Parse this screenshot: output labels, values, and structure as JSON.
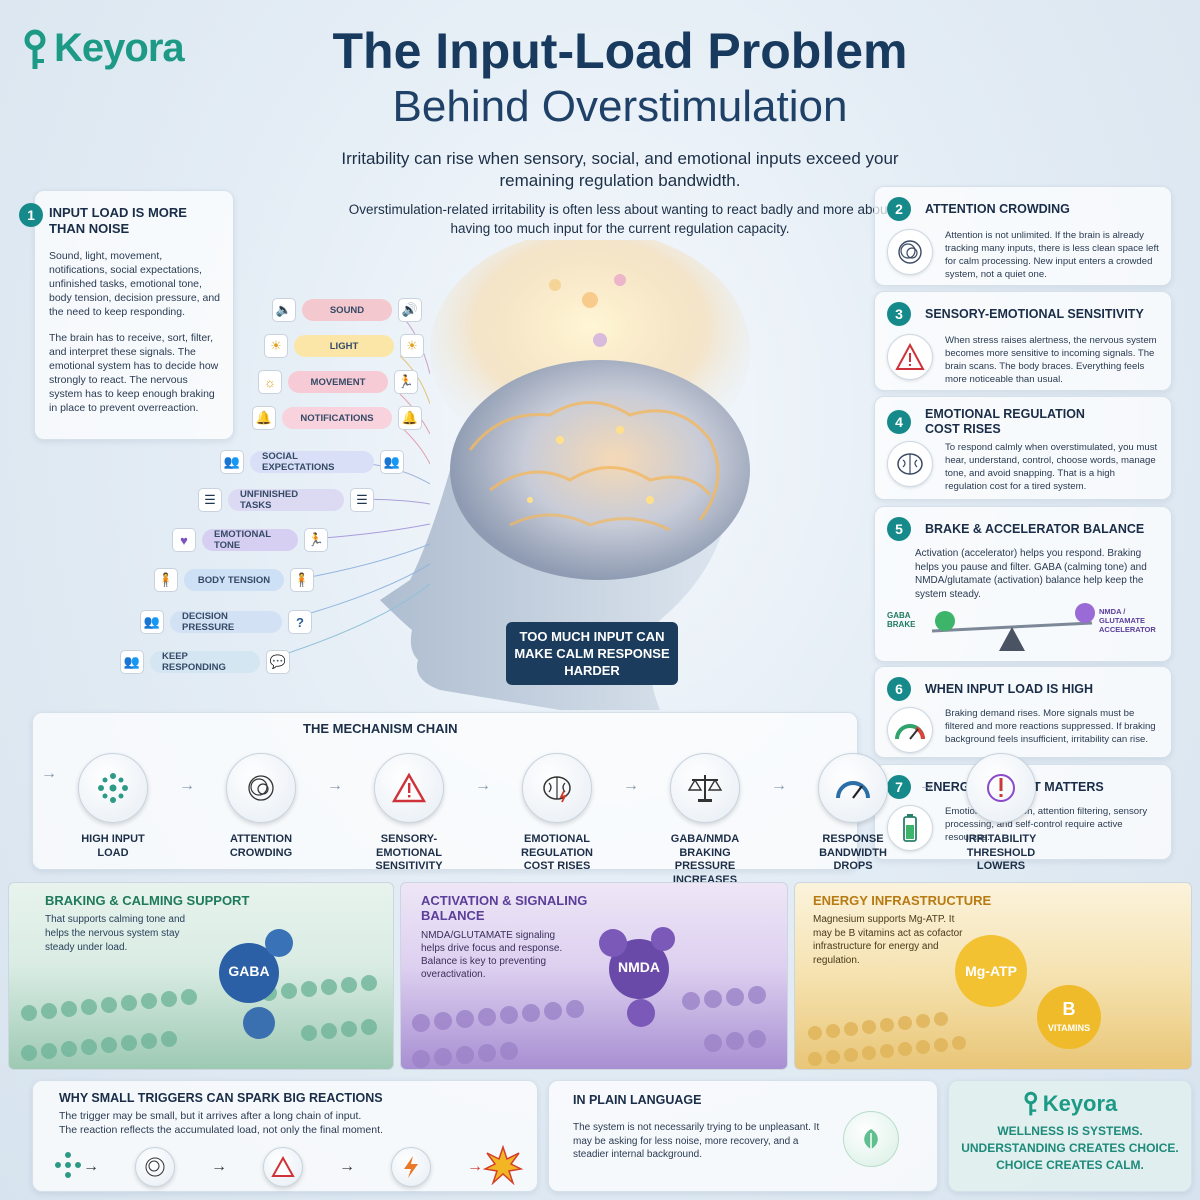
{
  "brand": {
    "name": "Keyora"
  },
  "header": {
    "title_line1": "The Input-Load Problem",
    "title_line2": "Behind Overstimulation",
    "subtitle": "Irritability can rise when sensory, social, and emotional inputs exceed your remaining regulation bandwidth.",
    "intro": "Overstimulation-related irritability is often less about wanting to react badly and more about having too much input for the current regulation capacity."
  },
  "section1": {
    "number": "1",
    "title": "Input load is more than noise",
    "para1": "Sound, light, movement, notifications, social expectations, unfinished tasks, emotional tone, body tension, decision pressure, and the need to keep responding.",
    "para2": "The brain has to receive, sort, filter, and interpret these signals. The emotional system has to decide how strongly to react. The nervous system has to keep enough braking in place to prevent overreaction."
  },
  "inputs": [
    {
      "label": "SOUND",
      "color": "#f3c9cf",
      "icon": "speaker-icon"
    },
    {
      "label": "LIGHT",
      "color": "#fbe6a8",
      "icon": "sun-icon"
    },
    {
      "label": "MOVEMENT",
      "color": "#f7cbd5",
      "icon": "running-icon"
    },
    {
      "label": "NOTIFICATIONS",
      "color": "#f8d2dd",
      "icon": "bell-icon"
    },
    {
      "label": "SOCIAL EXPECTATIONS",
      "color": "#d9dff6",
      "icon": "people-icon"
    },
    {
      "label": "UNFINISHED TASKS",
      "color": "#dcd9f2",
      "icon": "list-icon"
    },
    {
      "label": "EMOTIONAL TONE",
      "color": "#d6cff2",
      "icon": "heart-icon"
    },
    {
      "label": "BODY TENSION",
      "color": "#cde0f5",
      "icon": "body-icon"
    },
    {
      "label": "DECISION PRESSURE",
      "color": "#d2e2f4",
      "icon": "question-icon"
    },
    {
      "label": "KEEP RESPONDING",
      "color": "#d3e6f2",
      "icon": "chat-icon"
    }
  ],
  "brain_caption": "TOO MUCH INPUT CAN MAKE CALM RESPONSE HARDER",
  "right_cards": [
    {
      "number": "2",
      "title": "Attention crowding",
      "text": "Attention is not unlimited. If the brain is already tracking many inputs, there is less clean space left for calm processing. New input enters a crowded system, not a quiet one.",
      "icon": "tangle-icon"
    },
    {
      "number": "3",
      "title": "Sensory-emotional sensitivity",
      "text": "When stress raises alertness, the nervous system becomes more sensitive to incoming signals. The brain scans. The body braces. Everything feels more noticeable than usual.",
      "icon": "warning-icon"
    },
    {
      "number": "4",
      "title": "Emotional regulation cost rises",
      "text": "To respond calmly when overstimulated, you must hear, understand, control, choose words, manage tone, and avoid snapping. That is a high regulation cost for a tired system.",
      "icon": "brain-icon"
    },
    {
      "number": "5",
      "title": "Brake & accelerator balance",
      "text": "Activation (accelerator) helps you respond. Braking helps you pause and filter. GABA (calming tone) and NMDA/glutamate (activation) balance help keep the system steady.",
      "icon": "seesaw-icon",
      "left_label": "GABA BRAKE",
      "right_label": "NMDA / GLUTAMATE ACCELERATOR"
    },
    {
      "number": "6",
      "title": "When input load is high",
      "text": "Braking demand rises. More signals must be filtered and more reactions suppressed. If braking background feels insufficient, irritability can rise.",
      "icon": "gauge-icon"
    },
    {
      "number": "7",
      "title": "Energy context matters",
      "text": "Emotional regulation, attention filtering, sensory processing, and self-control require active resources.",
      "icon": "battery-icon"
    }
  ],
  "chain": {
    "title": "THE MECHANISM CHAIN",
    "steps": [
      {
        "label": "HIGH INPUT LOAD",
        "icon": "dots-icon"
      },
      {
        "label": "ATTENTION CROWDING",
        "icon": "tangle-icon"
      },
      {
        "label": "SENSORY-EMOTIONAL SENSITIVITY",
        "icon": "warning-icon"
      },
      {
        "label": "EMOTIONAL REGULATION COST RISES",
        "icon": "brain-icon"
      },
      {
        "label": "GABA/NMDA BRAKING PRESSURE INCREASES",
        "icon": "scale-icon"
      },
      {
        "label": "RESPONSE BANDWIDTH DROPS",
        "icon": "gauge-icon"
      },
      {
        "label": "IRRITABILITY THRESHOLD LOWERS",
        "icon": "exclamation-icon"
      }
    ]
  },
  "panels": [
    {
      "title": "BRAKING & CALMING SUPPORT",
      "text": "That supports calming tone and helps the nervous system stay steady under load.",
      "molecule": "GABA",
      "accent": "#1f7a5c"
    },
    {
      "title": "ACTIVATION & SIGNALING BALANCE",
      "text": "NMDA/GLUTAMATE signaling helps drive focus and response. Balance is key to preventing overactivation.",
      "molecule": "NMDA",
      "accent": "#5b3f9a"
    },
    {
      "title": "ENERGY INFRASTRUCTURE",
      "text": "Magnesium supports Mg-ATP. It may be B vitamins act as cofactor infrastructure for energy and regulation.",
      "molecule": "Mg-ATP",
      "molecule2_top": "B",
      "molecule2_bottom": "VITAMINS",
      "accent": "#b87a12"
    }
  ],
  "triggers": {
    "title": "WHY SMALL TRIGGERS CAN SPARK BIG REACTIONS",
    "line1": "The trigger may be small, but it arrives after a long chain of input.",
    "line2": "The reaction reflects the accumulated load, not only the final moment."
  },
  "plain": {
    "title": "IN PLAIN LANGUAGE",
    "text": "The system is not necessarily trying to be unpleasant. It may be asking for less noise, more recovery, and a steadier internal background."
  },
  "brand_card": {
    "line1": "WELLNESS IS SYSTEMS.",
    "line2": "UNDERSTANDING CREATES CHOICE.",
    "line3": "CHOICE CREATES CALM."
  },
  "colors": {
    "teal": "#168a8a",
    "navy": "#173a5e",
    "brand_green": "#1d9a86"
  }
}
